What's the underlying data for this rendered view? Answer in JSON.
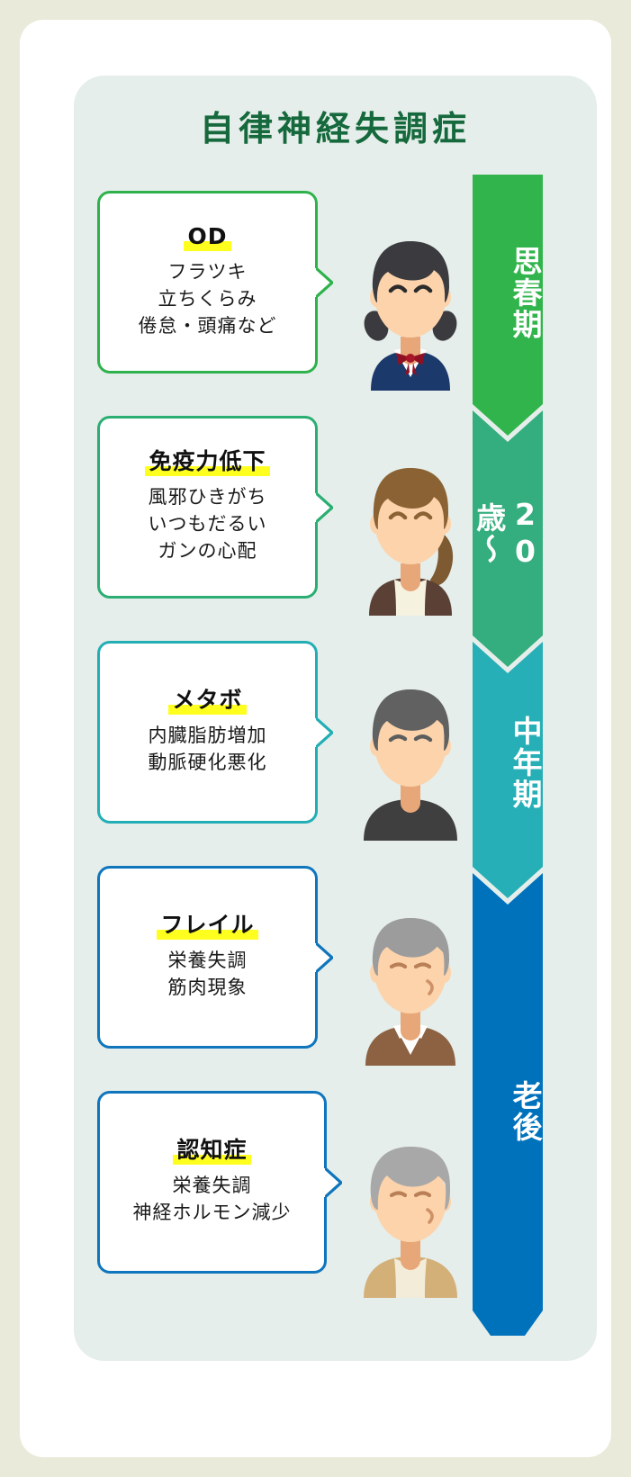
{
  "title": "自律神経失調症",
  "colors": {
    "page_bg": "#e9eada",
    "panel_bg": "#e5eeea",
    "title": "#15693c",
    "highlight": "#ffff1f",
    "stage_1": "#31b44c",
    "stage_2": "#34ae7e",
    "stage_3": "#26afb6",
    "stage_4": "#0072bc"
  },
  "cards": [
    {
      "headline": "OD",
      "lines": [
        "フラツキ",
        "立ちくらみ",
        "倦怠・頭痛など"
      ],
      "border_color": "#2fb24c",
      "avatar": "schoolgirl-avatar"
    },
    {
      "headline": "免疫力低下",
      "lines": [
        "風邪ひきがち",
        "いつもだるい",
        "ガンの心配"
      ],
      "border_color": "#2bae72",
      "avatar": "young-woman-avatar"
    },
    {
      "headline": "メタボ",
      "lines": [
        "内臓脂肪増加",
        "動脈硬化悪化"
      ],
      "border_color": "#23aeb5",
      "avatar": "middle-aged-man-avatar"
    },
    {
      "headline": "フレイル",
      "lines": [
        "栄養失調",
        "筋肉現象"
      ],
      "border_color": "#0f75bd",
      "avatar": "senior-man-avatar"
    },
    {
      "headline": "認知症",
      "lines": [
        "栄養失調",
        "神経ホルモン減少"
      ],
      "border_color": "#0f75bd",
      "avatar": "elderly-woman-avatar"
    }
  ],
  "timeline": [
    {
      "label": "思春期",
      "color": "#31b44c"
    },
    {
      "label": "20歳〜",
      "color": "#34ae7e"
    },
    {
      "label": "中年期",
      "color": "#26afb6"
    },
    {
      "label": "老後",
      "color": "#0072bc"
    }
  ]
}
